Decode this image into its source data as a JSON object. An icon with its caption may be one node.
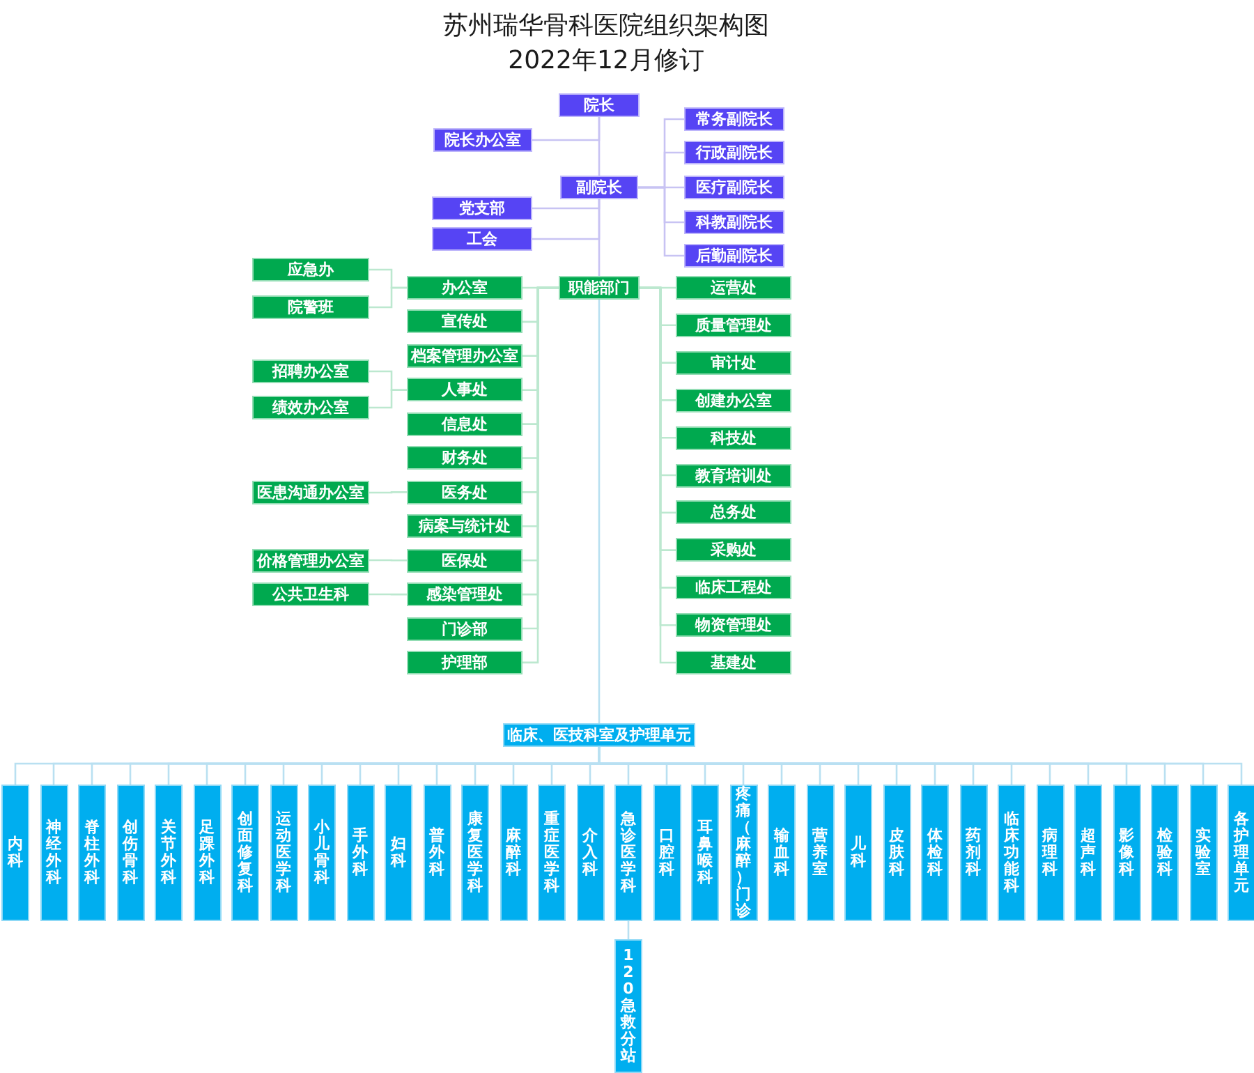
{
  "diagram": {
    "title": "苏州瑞华骨科医院组织架构图",
    "nodes": [
      {
        "text": [
          "院长"
        ]
      },
      {
        "text": [
          "院长办公室"
        ]
      },
      {
        "text": [
          "副院长"
        ]
      },
      {
        "text": [
          "常务副院长"
        ]
      },
      {
        "text": [
          "行政副院长"
        ]
      },
      {
        "text": [
          "医疗副院长"
        ]
      },
      {
        "text": [
          "科教副院长"
        ]
      },
      {
        "text": [
          "后勤副院长"
        ]
      },
      {
        "text": [
          "党支部"
        ]
      },
      {
        "text": [
          "工会"
        ]
      },
      {
        "text": [
          "职能部门"
        ]
      },
      {
        "text": [
          "办公室"
        ]
      },
      {
        "text": [
          "宣传处"
        ]
      },
      {
        "text": [
          "档案管理办公室"
        ]
      },
      {
        "text": [
          "人事处"
        ]
      },
      {
        "text": [
          "信息处"
        ]
      },
      {
        "text": [
          "财务处"
        ]
      },
      {
        "text": [
          "医务处"
        ]
      },
      {
        "text": [
          "病案与统计处"
        ]
      },
      {
        "text": [
          "医保处"
        ]
      },
      {
        "text": [
          "感染管理处"
        ]
      },
      {
        "text": [
          "门诊部"
        ]
      },
      {
        "text": [
          "护理部"
        ]
      },
      {
        "text": [
          "应急办"
        ]
      },
      {
        "text": [
          "院警班"
        ]
      },
      {
        "text": [
          "招聘办公室"
        ]
      },
      {
        "text": [
          "绩效办公室"
        ]
      },
      {
        "text": [
          "医患沟通办公室"
        ]
      },
      {
        "text": [
          "价格管理办公室"
        ]
      },
      {
        "text": [
          "公共卫生科"
        ]
      },
      {
        "text": [
          "运营处"
        ]
      },
      {
        "text": [
          "质量管理处"
        ]
      },
      {
        "text": [
          "审计处"
        ]
      },
      {
        "text": [
          "创建办公室"
        ]
      },
      {
        "text": [
          "科技处"
        ]
      },
      {
        "text": [
          "教育培训处"
        ]
      },
      {
        "text": [
          "总务处"
        ]
      },
      {
        "text": [
          "采购处"
        ]
      },
      {
        "text": [
          "临床工程处"
        ]
      },
      {
        "text": [
          "物资管理处"
        ]
      },
      {
        "text": [
          "基建处"
        ]
      },
      {
        "text": [
          "临床、医技科室及护理单元"
        ]
      },
      {
        "text": [
          "内科"
        ]
      },
      {
        "text": [
          "神经外科"
        ]
      },
      {
        "text": [
          "脊柱外科"
        ]
      },
      {
        "text": [
          "创伤骨科"
        ]
      },
      {
        "text": [
          "关节外科"
        ]
      },
      {
        "text": [
          "足踝外科"
        ]
      },
      {
        "text": [
          "创面修复科"
        ]
      },
      {
        "text": [
          "运动医学科"
        ]
      },
      {
        "text": [
          "小儿骨科"
        ]
      },
      {
        "text": [
          "手外科"
        ]
      },
      {
        "text": [
          "妇科"
        ]
      },
      {
        "text": [
          "普外科"
        ]
      },
      {
        "text": [
          "康复医学科"
        ]
      },
      {
        "text": [
          "麻醉科"
        ]
      },
      {
        "text": [
          "重症医学科"
        ]
      },
      {
        "text": [
          "介入科"
        ]
      },
      {
        "text": [
          "急诊医学科"
        ]
      },
      {
        "text": [
          "口腔科"
        ]
      },
      {
        "text": [
          "耳鼻喉科"
        ]
      },
      {
        "text": [
          "疼痛（麻醉）门诊"
        ]
      },
      {
        "text": [
          "输血科"
        ]
      },
      {
        "text": [
          "营养室"
        ]
      },
      {
        "text": [
          "儿科"
        ]
      },
      {
        "text": [
          "皮肤科"
        ]
      },
      {
        "text": [
          "体检科"
        ]
      },
      {
        "text": [
          "药剂科"
        ]
      },
      {
        "text": [
          "临床功能科"
        ]
      },
      {
        "text": [
          "病理科"
        ]
      },
      {
        "text": [
          "超声科"
        ]
      },
      {
        "text": [
          "影像科"
        ]
      },
      {
        "text": [
          "检验科"
        ]
      },
      {
        "text": [
          "实验室"
        ]
      },
      {
        "text": [
          "各护理单元"
        ]
      },
      {
        "text": [
          "120急救分站"
        ]
      }
    ],
    "edges": [
      {
        "from": 0,
        "to": 1,
        "arrow": "none",
        "color": "#c8c3f3"
      },
      {
        "from": 0,
        "to": 2,
        "arrow": "none",
        "color": "#c8c3f3"
      },
      {
        "from": 2,
        "to": 3,
        "arrow": "none",
        "color": "#c8c3f3"
      },
      {
        "from": 2,
        "to": 4,
        "arrow": "none",
        "color": "#c8c3f3"
      },
      {
        "from": 2,
        "to": 5,
        "arrow": "none",
        "color": "#c8c3f3"
      },
      {
        "from": 2,
        "to": 6,
        "arrow": "none",
        "color": "#c8c3f3"
      },
      {
        "from": 2,
        "to": 7,
        "arrow": "none",
        "color": "#c8c3f3"
      },
      {
        "from": 2,
        "to": 8,
        "arrow": "none",
        "color": "#c8c3f3"
      },
      {
        "from": 2,
        "to": 9,
        "arrow": "none",
        "color": "#c8c3f3"
      },
      {
        "from": 2,
        "to": 10,
        "arrow": "none",
        "color": "#c8c3f3"
      },
      {
        "from": 10,
        "to": 11,
        "arrow": "none",
        "color": "#bce8cf"
      },
      {
        "from": 10,
        "to": 12,
        "arrow": "none",
        "color": "#bce8cf"
      },
      {
        "from": 10,
        "to": 13,
        "arrow": "none",
        "color": "#bce8cf"
      },
      {
        "from": 10,
        "to": 14,
        "arrow": "none",
        "color": "#bce8cf"
      },
      {
        "from": 10,
        "to": 15,
        "arrow": "none",
        "color": "#bce8cf"
      },
      {
        "from": 10,
        "to": 16,
        "arrow": "none",
        "color": "#bce8cf"
      },
      {
        "from": 10,
        "to": 17,
        "arrow": "none",
        "color": "#bce8cf"
      },
      {
        "from": 10,
        "to": 18,
        "arrow": "none",
        "color": "#bce8cf"
      },
      {
        "from": 10,
        "to": 19,
        "arrow": "none",
        "color": "#bce8cf"
      },
      {
        "from": 10,
        "to": 20,
        "arrow": "none",
        "color": "#bce8cf"
      },
      {
        "from": 10,
        "to": 21,
        "arrow": "none",
        "color": "#bce8cf"
      },
      {
        "from": 10,
        "to": 22,
        "arrow": "none",
        "color": "#bce8cf"
      },
      {
        "from": 11,
        "to": 23,
        "arrow": "none",
        "color": "#bce8cf"
      },
      {
        "from": 11,
        "to": 24,
        "arrow": "none",
        "color": "#bce8cf"
      },
      {
        "from": 14,
        "to": 25,
        "arrow": "none",
        "color": "#bce8cf"
      },
      {
        "from": 14,
        "to": 26,
        "arrow": "none",
        "color": "#bce8cf"
      },
      {
        "from": 17,
        "to": 27,
        "arrow": "none",
        "color": "#bce8cf"
      },
      {
        "from": 19,
        "to": 28,
        "arrow": "none",
        "color": "#bce8cf"
      },
      {
        "from": 20,
        "to": 29,
        "arrow": "none",
        "color": "#bce8cf"
      },
      {
        "from": 10,
        "to": 30,
        "arrow": "none",
        "color": "#bce8cf"
      },
      {
        "from": 10,
        "to": 31,
        "arrow": "none",
        "color": "#bce8cf"
      },
      {
        "from": 10,
        "to": 32,
        "arrow": "none",
        "color": "#bce8cf"
      },
      {
        "from": 10,
        "to": 33,
        "arrow": "none",
        "color": "#bce8cf"
      },
      {
        "from": 10,
        "to": 34,
        "arrow": "none",
        "color": "#bce8cf"
      },
      {
        "from": 10,
        "to": 35,
        "arrow": "none",
        "color": "#bce8cf"
      },
      {
        "from": 10,
        "to": 36,
        "arrow": "none",
        "color": "#bce8cf"
      },
      {
        "from": 10,
        "to": 37,
        "arrow": "none",
        "color": "#bce8cf"
      },
      {
        "from": 10,
        "to": 38,
        "arrow": "none",
        "color": "#bce8cf"
      },
      {
        "from": 10,
        "to": 39,
        "arrow": "none",
        "color": "#bce8cf"
      },
      {
        "from": 10,
        "to": 40,
        "arrow": "none",
        "color": "#bce8cf"
      },
      {
        "from": 10,
        "to": 41,
        "arrow": "none"
      },
      {
        "from": 41,
        "to": 42,
        "arrow": "none"
      },
      {
        "from": 41,
        "to": 43,
        "arrow": "none"
      },
      {
        "from": 41,
        "to": 44,
        "arrow": "none"
      },
      {
        "from": 41,
        "to": 45,
        "arrow": "none"
      },
      {
        "from": 41,
        "to": 46,
        "arrow": "none"
      },
      {
        "from": 41,
        "to": 47,
        "arrow": "none"
      },
      {
        "from": 41,
        "to": 48,
        "arrow": "none"
      },
      {
        "from": 41,
        "to": 49,
        "arrow": "none"
      },
      {
        "from": 41,
        "to": 50,
        "arrow": "none"
      },
      {
        "from": 41,
        "to": 51,
        "arrow": "none"
      },
      {
        "from": 41,
        "to": 52,
        "arrow": "none"
      },
      {
        "from": 41,
        "to": 53,
        "arrow": "none"
      },
      {
        "from": 41,
        "to": 54,
        "arrow": "none"
      },
      {
        "from": 41,
        "to": 55,
        "arrow": "none"
      },
      {
        "from": 41,
        "to": 56,
        "arrow": "none"
      },
      {
        "from": 41,
        "to": 57,
        "arrow": "none"
      },
      {
        "from": 41,
        "to": 58,
        "arrow": "none"
      },
      {
        "from": 41,
        "to": 59,
        "arrow": "none"
      },
      {
        "from": 41,
        "to": 60,
        "arrow": "none"
      },
      {
        "from": 41,
        "to": 61,
        "arrow": "none"
      },
      {
        "from": 41,
        "to": 62,
        "arrow": "none"
      },
      {
        "from": 41,
        "to": 63,
        "arrow": "none"
      },
      {
        "from": 41,
        "to": 64,
        "arrow": "none"
      },
      {
        "from": 41,
        "to": 65,
        "arrow": "none"
      },
      {
        "from": 41,
        "to": 66,
        "arrow": "none"
      },
      {
        "from": 41,
        "to": 67,
        "arrow": "none"
      },
      {
        "from": 41,
        "to": 68,
        "arrow": "none"
      },
      {
        "from": 41,
        "to": 69,
        "arrow": "none"
      },
      {
        "from": 41,
        "to": 70,
        "arrow": "none"
      },
      {
        "from": 41,
        "to": 71,
        "arrow": "none"
      },
      {
        "from": 41,
        "to": 72,
        "arrow": "none"
      },
      {
        "from": 41,
        "to": 73,
        "arrow": "none"
      },
      {
        "from": 41,
        "to": 74,
        "arrow": "none"
      },
      {
        "from": 58,
        "to": 75,
        "arrow": "none"
      }
    ],
    "labels": [
      "2022年12月修订"
    ]
  }
}
